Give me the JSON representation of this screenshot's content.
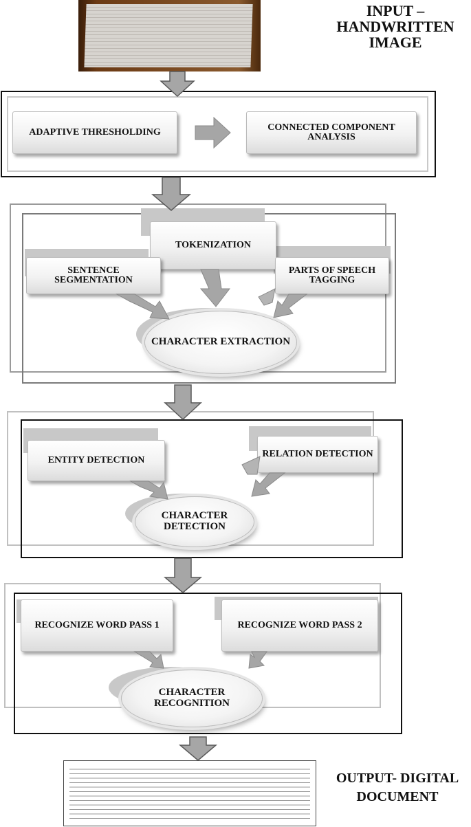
{
  "input_label": [
    "INPUT –",
    "HANDWRITTEN",
    "IMAGE"
  ],
  "stage1": {
    "left_box": "ADAPTIVE THRESHOLDING",
    "right_box": "CONNECTED COMPONENT ANALYSIS"
  },
  "stage2": {
    "top_box": "TOKENIZATION",
    "left_box": "SENTENCE SEGMENTATION",
    "right_box": "PARTS OF SPEECH TAGGING",
    "center": "CHARACTER EXTRACTION"
  },
  "stage3": {
    "left_box": "ENTITY DETECTION",
    "right_box": "RELATION DETECTION",
    "center": "CHARACTER DETECTION"
  },
  "stage4": {
    "left_box": "RECOGNIZE WORD PASS 1",
    "right_box": "RECOGNIZE WORD PASS 2",
    "center": "CHARACTER RECOGNITION"
  },
  "output_label": [
    "OUTPUT- DIGITAL",
    "DOCUMENT"
  ],
  "colors": {
    "arrow_fill": "#a6a6a6",
    "arrow_stroke": "#5a5a5a",
    "frame": "#111111"
  }
}
